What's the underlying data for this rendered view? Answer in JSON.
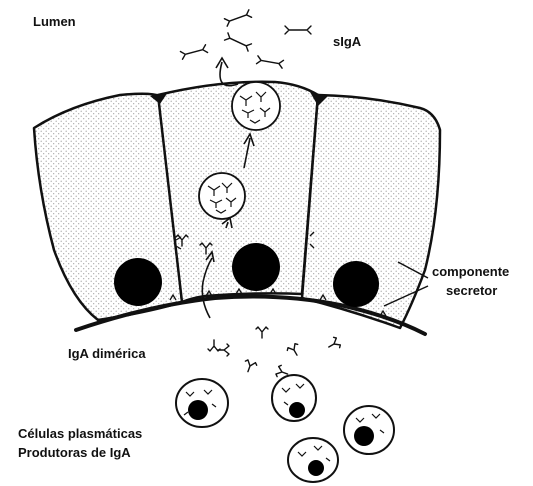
{
  "labels": {
    "lumen": "Lumen",
    "sIgA": "sIgA",
    "secretory_component_line1": "componente",
    "secretory_component_line2": "secretor",
    "dimeric_iga": "IgA dimérica",
    "plasma_cells_line1": "Células plasmáticas",
    "plasma_cells_line2": "Produtoras de IgA"
  },
  "colors": {
    "ink": "#111111",
    "cytoplasm_dots": "#9a9a9a",
    "vesicle_fill": "#ffffff"
  }
}
